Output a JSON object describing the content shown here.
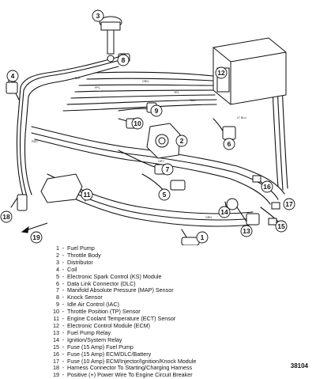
{
  "legend": [
    {
      "num": "1",
      "sep": "-",
      "text": "Fuel Pump"
    },
    {
      "num": "2",
      "sep": "-",
      "text": "Throttle Body"
    },
    {
      "num": "3",
      "sep": "-",
      "text": "Distributor"
    },
    {
      "num": "4",
      "sep": "-",
      "text": "Coil"
    },
    {
      "num": "5",
      "sep": "-",
      "text": "Electronic Spark Control (KS) Module"
    },
    {
      "num": "6",
      "sep": "-",
      "text": "Data Link Connector (DLC)"
    },
    {
      "num": "7",
      "sep": "-",
      "text": "Manifold Absolute Pressure (MAP) Sensor"
    },
    {
      "num": "8",
      "sep": "-",
      "text": "Knock Sensor"
    },
    {
      "num": "9",
      "sep": "-",
      "text": "Idle Air Control (IAC)"
    },
    {
      "num": "10",
      "sep": "-",
      "text": "Throttle Position (TP) Sensor"
    },
    {
      "num": "11",
      "sep": "-",
      "text": "Engine Coolant Temperature (ECT) Sensor"
    },
    {
      "num": "12",
      "sep": "-",
      "text": "Electronic Control Module (ECM)"
    },
    {
      "num": "13",
      "sep": "-",
      "text": "Fuel Pump Relay"
    },
    {
      "num": "14",
      "sep": "-",
      "text": "Ignition/System Relay"
    },
    {
      "num": "15",
      "sep": "-",
      "text": "Fuse (15 Amp) Fuel Pump"
    },
    {
      "num": "16",
      "sep": "-",
      "text": "Fuse (15 Amp) ECM/DLC/Battery"
    },
    {
      "num": "17",
      "sep": "-",
      "text": "Fuse (10 Amp) ECM/Injector/Ignition/Knock  Module"
    },
    {
      "num": "18",
      "sep": "-",
      "text": "Harness Connector To Starting/Charging Harness"
    },
    {
      "num": "19",
      "sep": "-",
      "text": "Positive (+) Power Wire To Engine Circuit Breaker"
    }
  ],
  "callouts": [
    "1",
    "2",
    "3",
    "4",
    "5",
    "6",
    "7",
    "8",
    "9",
    "10",
    "11",
    "12",
    "13",
    "14",
    "15",
    "16",
    "17",
    "18",
    "19"
  ],
  "figure_id": "38104"
}
